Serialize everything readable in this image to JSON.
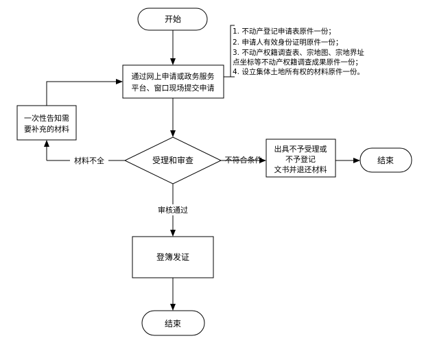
{
  "nodes": {
    "start": "开始",
    "submit_line1": "通过网上申请或政务服务",
    "submit_line2": "平台、窗口现场提交申请",
    "notice_line1": "一次性告知需",
    "notice_line2": "要补充的材料",
    "review": "受理和审查",
    "reject_line1": "出具不予受理或",
    "reject_line2": "不予登记",
    "reject_line3": "文书并退还材料",
    "end_right": "结束",
    "register": "登簿发证",
    "end_bottom": "结束"
  },
  "edges": {
    "incomplete": "材料不全",
    "not_eligible": "不符合条件",
    "approved": "审核通过"
  },
  "materials": {
    "line1": "1. 不动产登记申请表原件一份；",
    "line2": "2. 申请人有效身份证明原件一份；",
    "line3": "3. 不动产权籍调查表、宗地图、宗地界址",
    "line4": "点坐标等不动产权籍调查成果原件一份；",
    "line5": "4. 设立集体土地所有权的材料原件一份。"
  }
}
